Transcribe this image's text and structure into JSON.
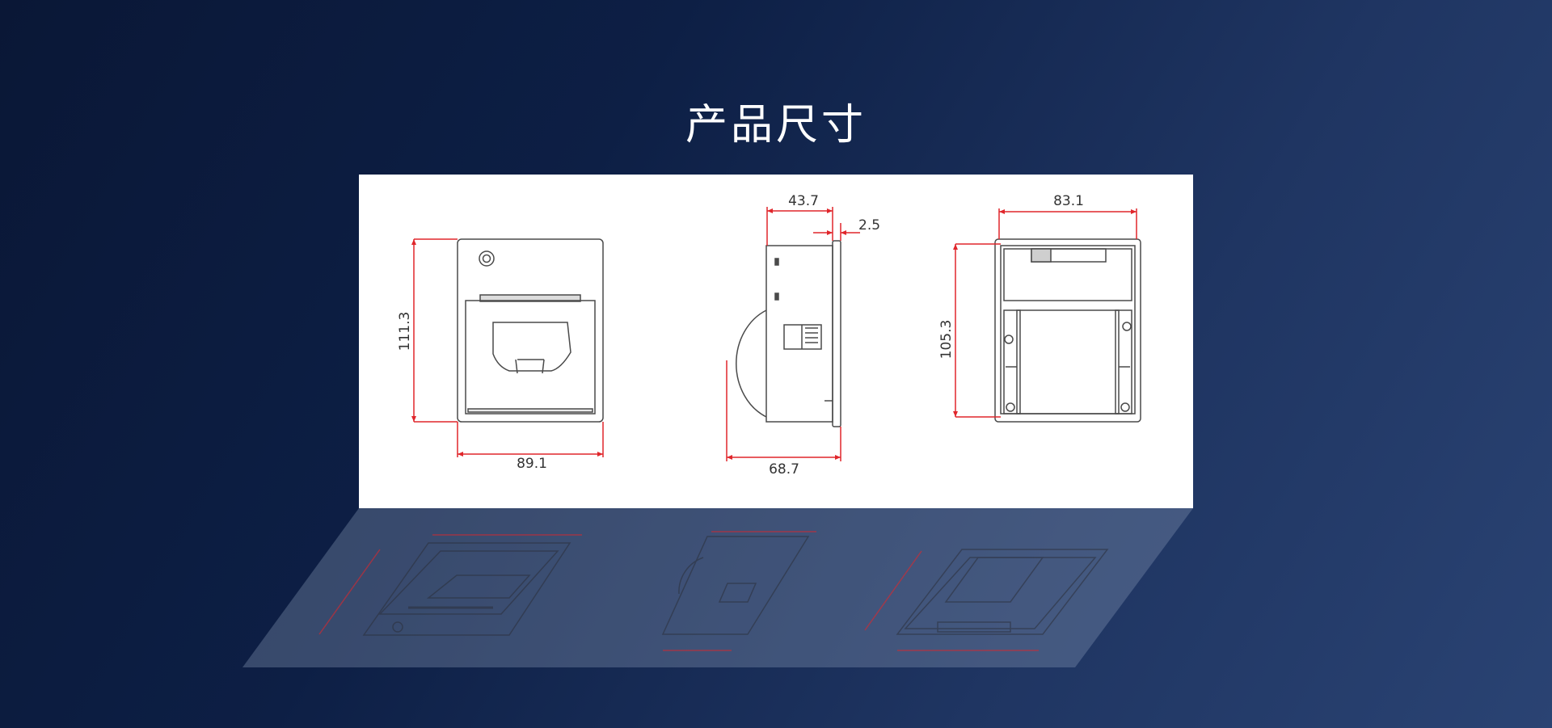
{
  "page": {
    "title": "产品尺寸"
  },
  "colors": {
    "dimension_line": "#e0262b",
    "outline": "#4a4a4a",
    "panel": "#ffffff"
  },
  "views": {
    "front": {
      "height_label": "111.3",
      "width_label": "89.1"
    },
    "side": {
      "depth_label": "43.7",
      "bezel_label": "2.5",
      "total_depth_label": "68.7"
    },
    "back": {
      "width_label": "83.1",
      "height_label": "105.3"
    }
  }
}
